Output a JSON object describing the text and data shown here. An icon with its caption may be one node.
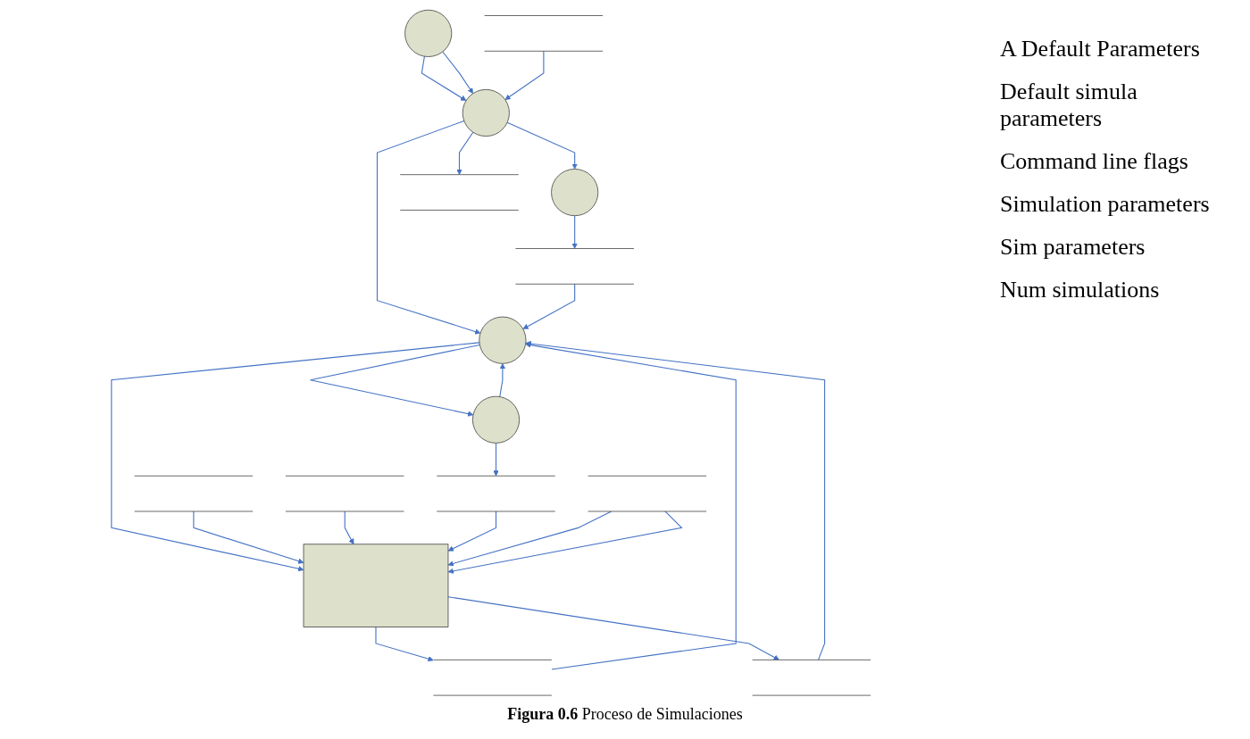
{
  "diagram": {
    "caption": "**Figura 0.6** Proceso de Simulaciones",
    "nodes": [
      {
        "text": [],
        "shape": "store"
      },
      {
        "text": [],
        "shape": "circle"
      },
      {
        "text": [],
        "shape": "box"
      },
      {
        "text": [],
        "shape": "store"
      },
      {
        "text": [],
        "shape": "store"
      },
      {
        "text": [],
        "shape": "circle"
      },
      {
        "text": [],
        "shape": "circle"
      },
      {
        "text": [],
        "shape": "store"
      },
      {
        "text": [],
        "shape": "store"
      },
      {
        "text": [],
        "shape": "circle"
      },
      {
        "text": [],
        "shape": "store"
      },
      {
        "text": [],
        "shape": "circle"
      },
      {
        "text": [],
        "shape": "store"
      },
      {
        "text": [],
        "shape": "store"
      },
      {
        "text": [],
        "shape": "store"
      }
    ],
    "edges": [
      {
        "from": 5,
        "to": 6,
        "arrow": "to"
      },
      {
        "from": 5,
        "to": 6,
        "arrow": "to"
      },
      {
        "from": 0,
        "to": 6,
        "arrow": "to"
      },
      {
        "from": 6,
        "to": 1,
        "arrow": "to"
      },
      {
        "from": 8,
        "to": 1,
        "arrow": "to"
      },
      {
        "from": 1,
        "to": 2,
        "arrow": "to"
      },
      {
        "from": 3,
        "to": 1,
        "arrow": "to"
      },
      {
        "from": 2,
        "to": 3,
        "arrow": "to"
      },
      {
        "from": 2,
        "to": 4,
        "arrow": "to"
      },
      {
        "from": 4,
        "to": 1,
        "arrow": "to"
      },
      {
        "from": 9,
        "to": 1,
        "arrow": "to"
      },
      {
        "from": 1,
        "to": 9,
        "arrow": "to"
      },
      {
        "from": 6,
        "to": 11,
        "arrow": "to"
      },
      {
        "from": 6,
        "to": 14,
        "arrow": "to"
      },
      {
        "from": 11,
        "to": 8,
        "arrow": "to"
      },
      {
        "from": 9,
        "to": 12,
        "arrow": "to"
      },
      {
        "from": 7,
        "to": 2,
        "arrow": "to"
      },
      {
        "from": 10,
        "to": 2,
        "arrow": "to"
      },
      {
        "from": 12,
        "to": 2,
        "arrow": "to"
      },
      {
        "from": 13,
        "to": 2,
        "arrow": "to"
      },
      {
        "from": 13,
        "to": 2,
        "arrow": "to"
      }
    ],
    "labels": [
      "A Default Parameters",
      "Default simula parameters",
      "Command line flags",
      "Simulation parameters",
      "Sim parameters",
      "Num simulations"
    ]
  }
}
